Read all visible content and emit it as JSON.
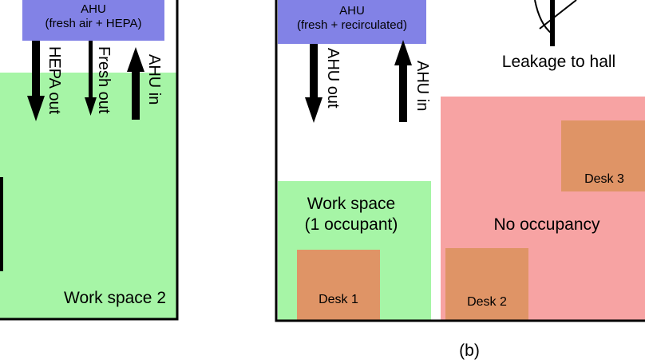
{
  "left_panel": {
    "ahu_title": "AHU",
    "ahu_subtitle": "(fresh air + HEPA)",
    "arrow_hepa_out": "HEPA out",
    "arrow_fresh_out": "Fresh out",
    "arrow_ahu_in": "AHU in",
    "zone_label": "Work space 2"
  },
  "right_panel": {
    "ahu_title": "AHU",
    "ahu_subtitle": "(fresh + recirculated)",
    "arrow_ahu_out": "AHU out",
    "arrow_ahu_in": "AHU in",
    "leakage_label": "Leakage to hall",
    "work_space_line1": "Work space",
    "work_space_line2": "(1 occupant)",
    "no_occupancy_label": "No occupancy",
    "desk1": "Desk 1",
    "desk2": "Desk 2",
    "desk3": "Desk 3",
    "panel_caption": "(b)"
  },
  "colors": {
    "ahu": "#8282e6",
    "occupied_zone": "#a6f5a6",
    "unoccupied_zone": "#f7a3a3",
    "desk": "#df9466",
    "walls_and_arrows": "#000000"
  }
}
